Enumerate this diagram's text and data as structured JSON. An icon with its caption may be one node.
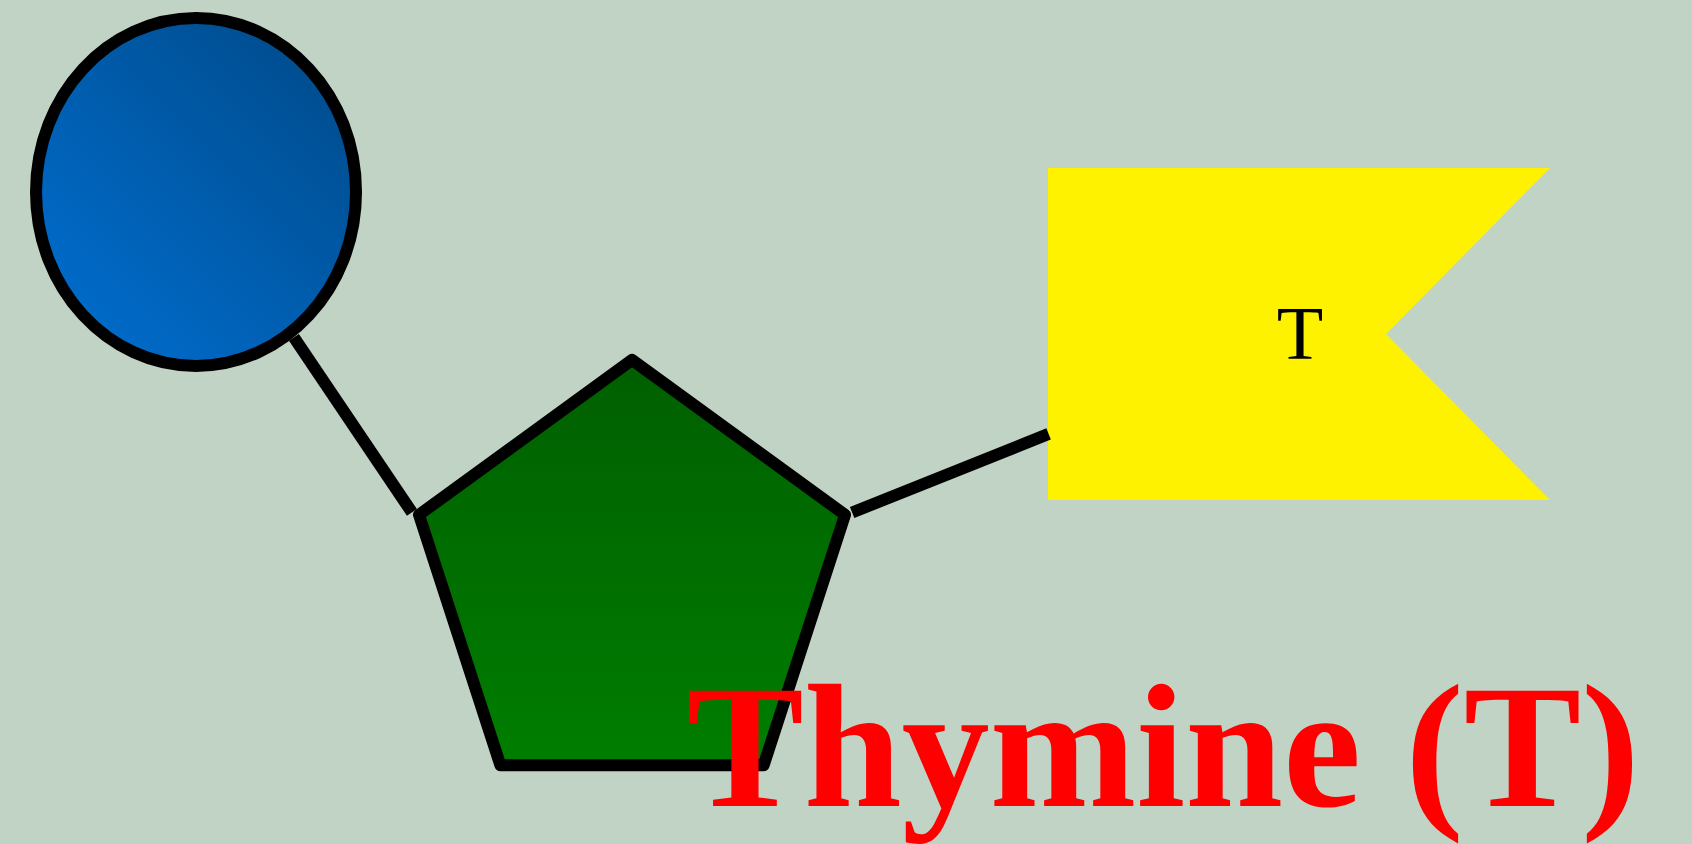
{
  "diagram": {
    "nodes": [
      {
        "text": [],
        "shape": "circle"
      },
      {
        "text": [],
        "shape": "pentagon"
      },
      {
        "text": [
          "T"
        ]
      }
    ],
    "edges": [
      {
        "from": 0,
        "to": 1,
        "arrow": "none"
      },
      {
        "from": 1,
        "to": 2,
        "arrow": "none"
      }
    ],
    "labels": [
      "Thymine (T)"
    ]
  }
}
